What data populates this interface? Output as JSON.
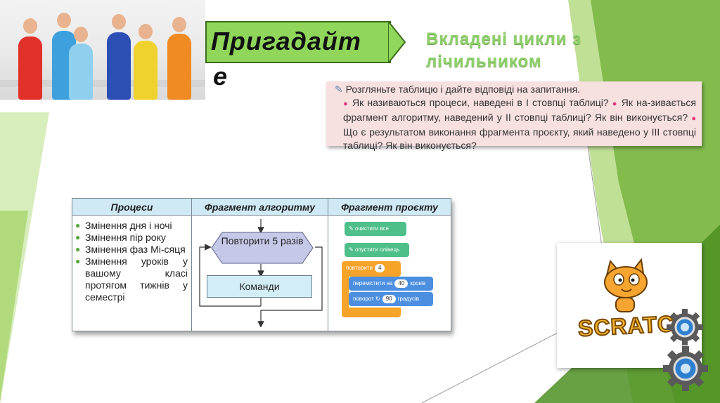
{
  "header": {
    "title_line1": "Пригадайт",
    "title_line2": "е",
    "subtitle": "Вкладені цикли з лічильником"
  },
  "question": {
    "intro": "Розгляньте таблицю і дайте відповіді на запитання.",
    "items": [
      "Як називаються процеси, наведені в І стовпці таблиці?",
      "Як на-зивається фрагмент алгоритму, наведений у ІІ стовпці таблиці? Як він виконується?",
      "Що є результатом виконання фрагмента проєкту, який наведено у ІІІ стовпці таблиці? Як він виконується?"
    ]
  },
  "table": {
    "headers": [
      "Процеси",
      "Фрагмент алгоритму",
      "Фрагмент проєкту"
    ],
    "processes": [
      "Змінення дня і ночі",
      "Змінення пір року",
      "Змінення фаз Мі-сяця",
      "Змінення уроків у вашому класі протягом тижнів у семестрі"
    ],
    "algorithm": {
      "loop_label": "Повторити 5 разів",
      "body_label": "Команди"
    },
    "project": {
      "clear": "очистити все",
      "pen_down": "опустити олівець",
      "repeat": "повторити",
      "repeat_count": "4",
      "move": "перемістити на",
      "move_value": "40",
      "move_unit": "кроків",
      "turn": "поворот",
      "turn_value": "90",
      "turn_unit": "градусів"
    }
  },
  "logo": {
    "scratch_text": "SCRATCH"
  },
  "colors": {
    "accent_green": "#8fd65a",
    "dark_green": "#3b6e1a",
    "table_header": "#cfe9f5",
    "question_bg": "#f7e0e0",
    "pen_block": "#4fbf8a",
    "control_block": "#f6a32a",
    "motion_block": "#4c8fe0"
  }
}
